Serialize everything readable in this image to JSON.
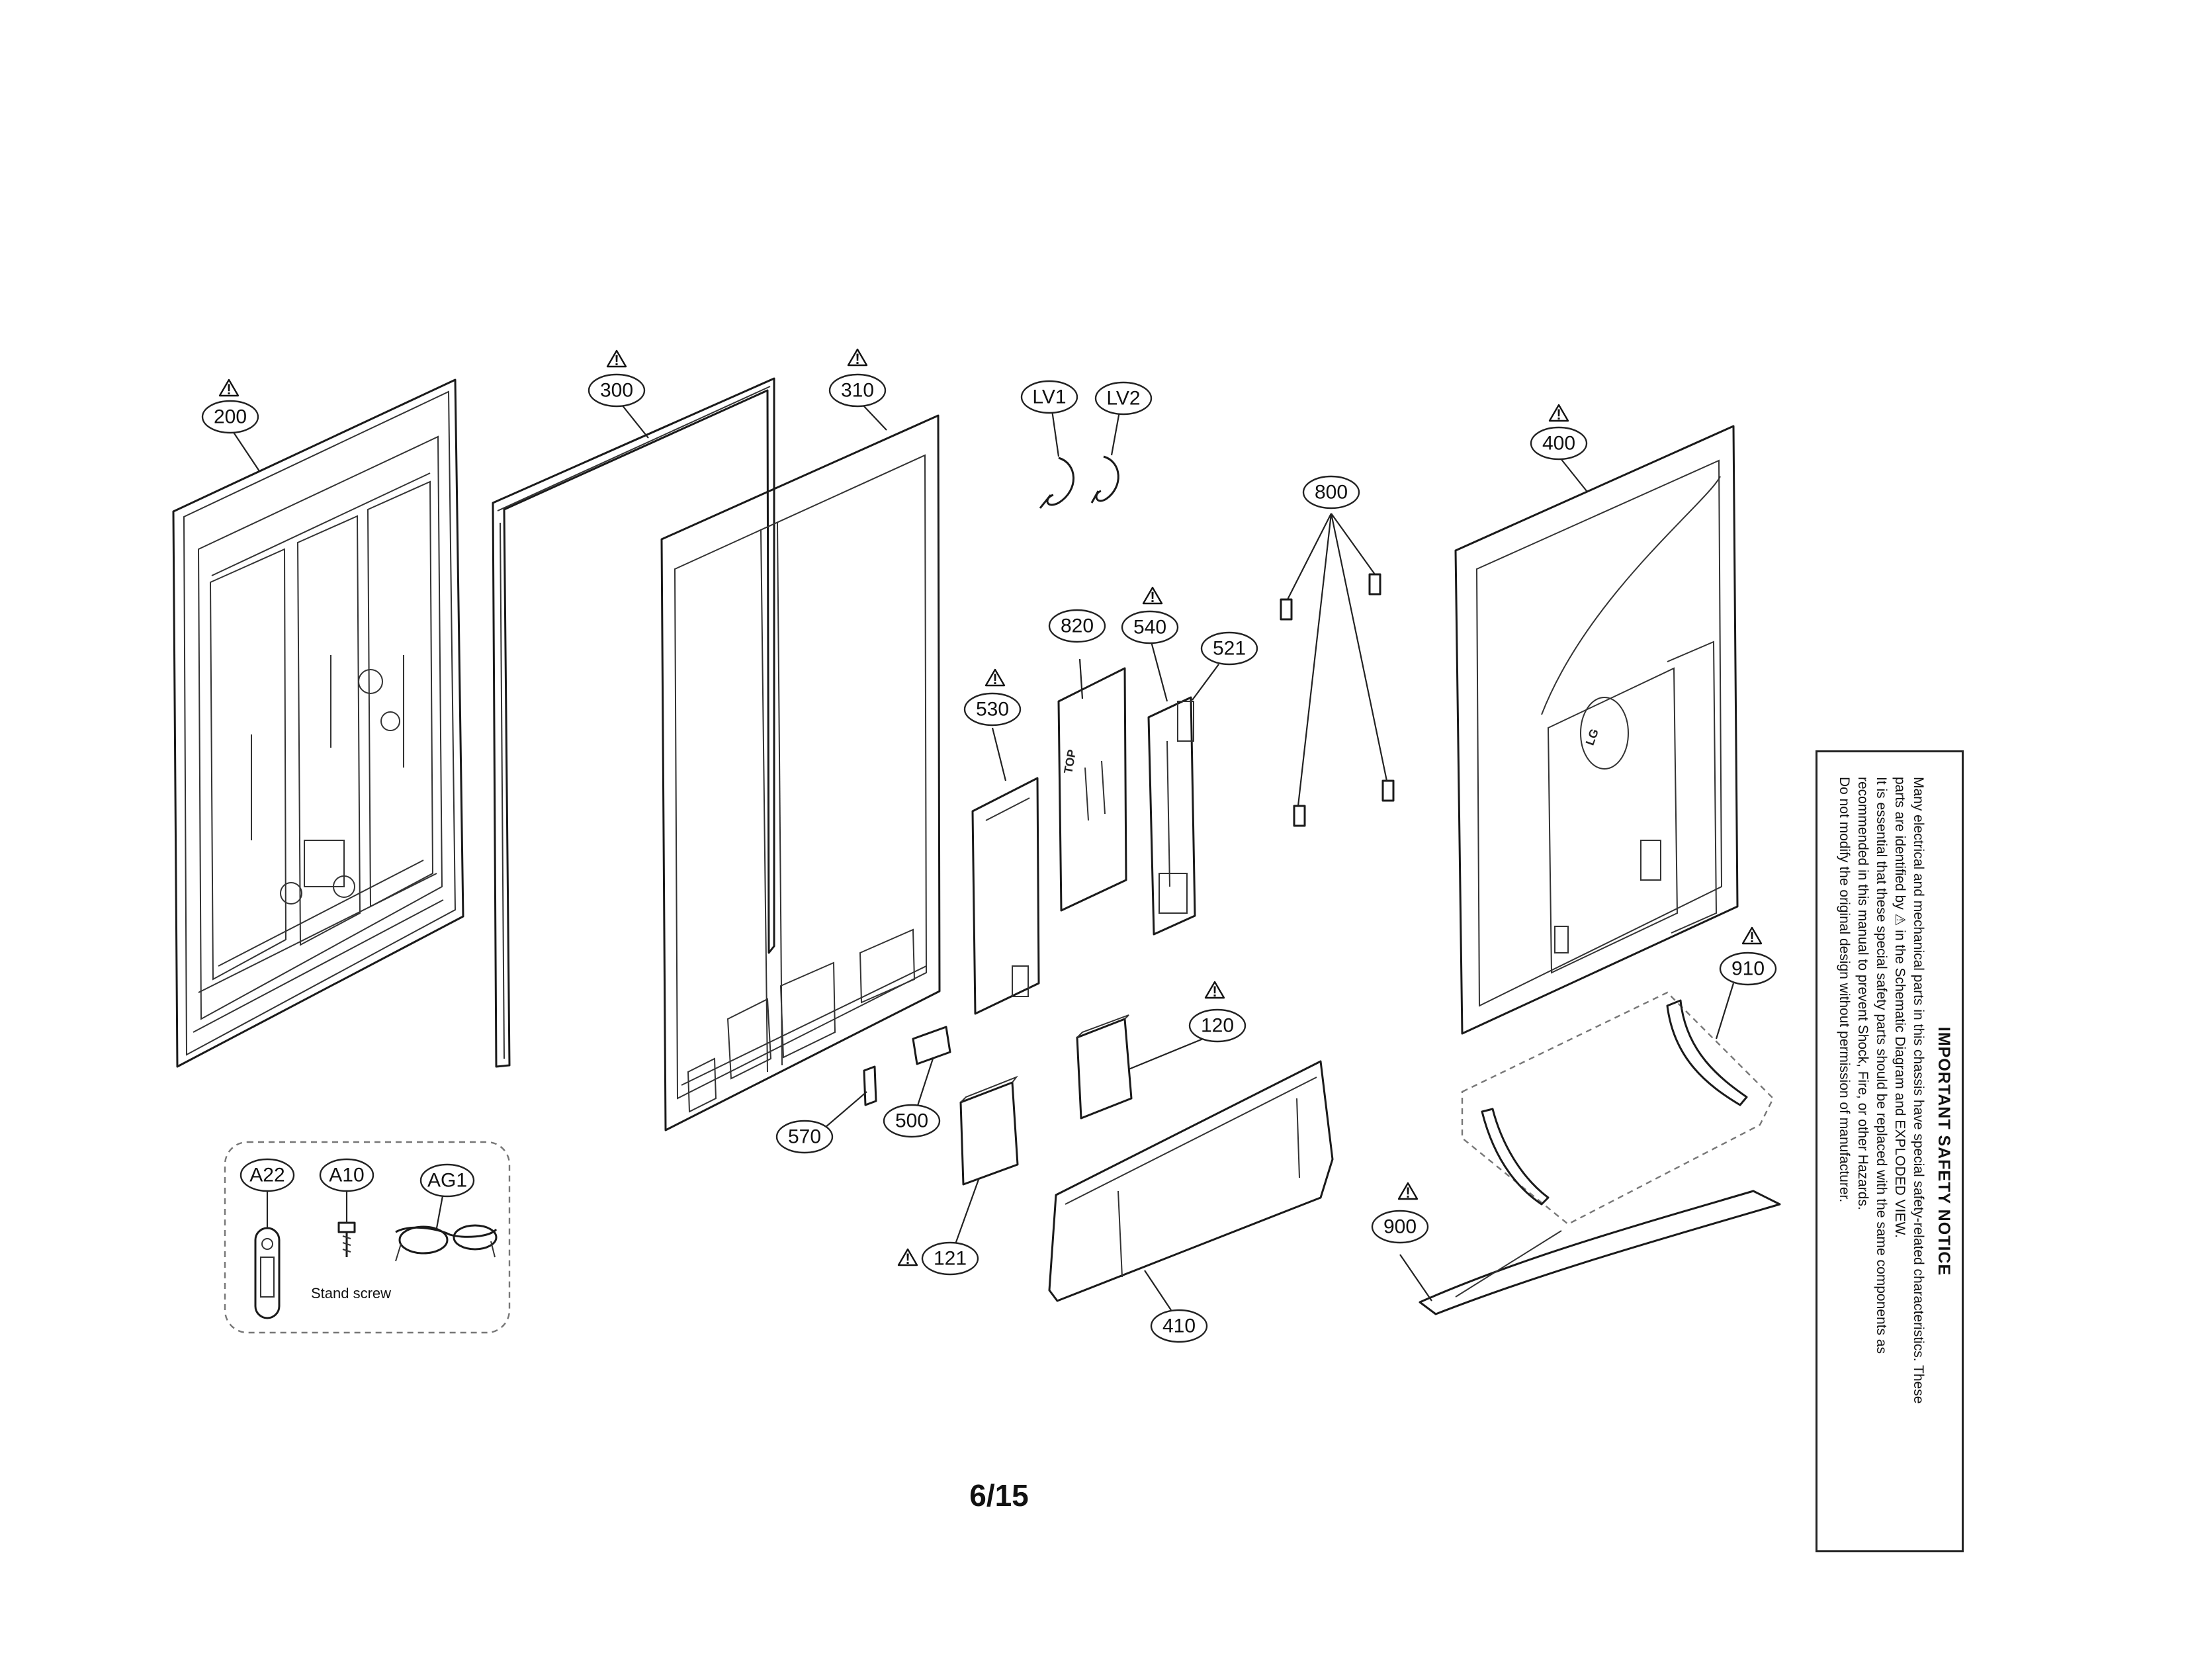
{
  "callouts": {
    "p200": "200",
    "p300": "300",
    "p310": "310",
    "lv1": "LV1",
    "lv2": "LV2",
    "p400": "400",
    "p800": "800",
    "p820": "820",
    "p540": "540",
    "p521": "521",
    "p530": "530",
    "p910": "910",
    "p120": "120",
    "p500": "500",
    "p570": "570",
    "p121": "121",
    "p900": "900",
    "p410": "410",
    "a22": "A22",
    "a10": "A10",
    "ag1": "AG1"
  },
  "warning_mark": "!",
  "accessories": {
    "stand_screw_label": "Stand screw"
  },
  "board_marks": {
    "top_mark": "TOP",
    "logo": "LG"
  },
  "page_number": "6/15",
  "safety_notice": {
    "title": "IMPORTANT SAFETY NOTICE",
    "line1": "Many electrical and mechanical parts in this chassis have special safety-related characteristics. These",
    "line2": "parts are identified by ⚠ in the Schematic Diagram and EXPLODED VIEW.",
    "line3": "It is essential that these special safety parts should be replaced with the same components as",
    "line4": "recommended in this manual to prevent Shock, Fire, or other Hazards.",
    "line5": "Do not modify the original design without permission of manufacturer."
  }
}
